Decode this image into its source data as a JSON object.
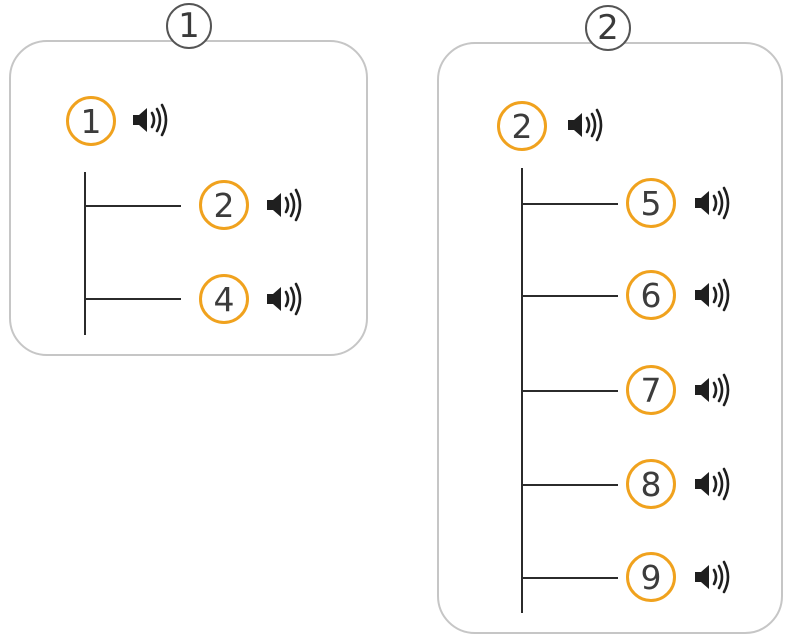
{
  "groups": [
    {
      "badge": "1",
      "root": {
        "number": "1",
        "audio_icon": "speaker-icon"
      },
      "children": [
        {
          "number": "2",
          "audio_icon": "speaker-icon"
        },
        {
          "number": "4",
          "audio_icon": "speaker-icon"
        }
      ]
    },
    {
      "badge": "2",
      "root": {
        "number": "2",
        "audio_icon": "speaker-icon"
      },
      "children": [
        {
          "number": "5",
          "audio_icon": "speaker-icon"
        },
        {
          "number": "6",
          "audio_icon": "speaker-icon"
        },
        {
          "number": "7",
          "audio_icon": "speaker-icon"
        },
        {
          "number": "8",
          "audio_icon": "speaker-icon"
        },
        {
          "number": "9",
          "audio_icon": "speaker-icon"
        }
      ]
    }
  ],
  "colors": {
    "number_ring": "#f0a21e",
    "group_border": "#c6c6c6",
    "badge_ring": "#555555",
    "line": "#2b2b2b"
  }
}
